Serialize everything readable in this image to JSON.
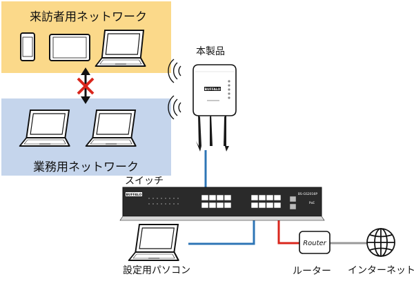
{
  "guest_network": {
    "label": "来訪者用ネットワーク",
    "color": "#fbd98a"
  },
  "business_network": {
    "label": "業務用ネットワーク",
    "color": "#c5d5ec"
  },
  "access_point": {
    "label": "本製品",
    "brand": "BUFFALO"
  },
  "switch": {
    "label": "スイッチ",
    "brand": "BUFFALO",
    "model": "BS-GS2016P",
    "sub_label": "PoE"
  },
  "setup_pc": {
    "label": "設定用パソコン"
  },
  "router": {
    "label": "ルーター",
    "box_text": "Router"
  },
  "internet": {
    "label": "インターネット"
  },
  "colors": {
    "lan_cable": "#2e75b6",
    "wan_cable": "#d9261c",
    "blocked": "#d9261c"
  }
}
